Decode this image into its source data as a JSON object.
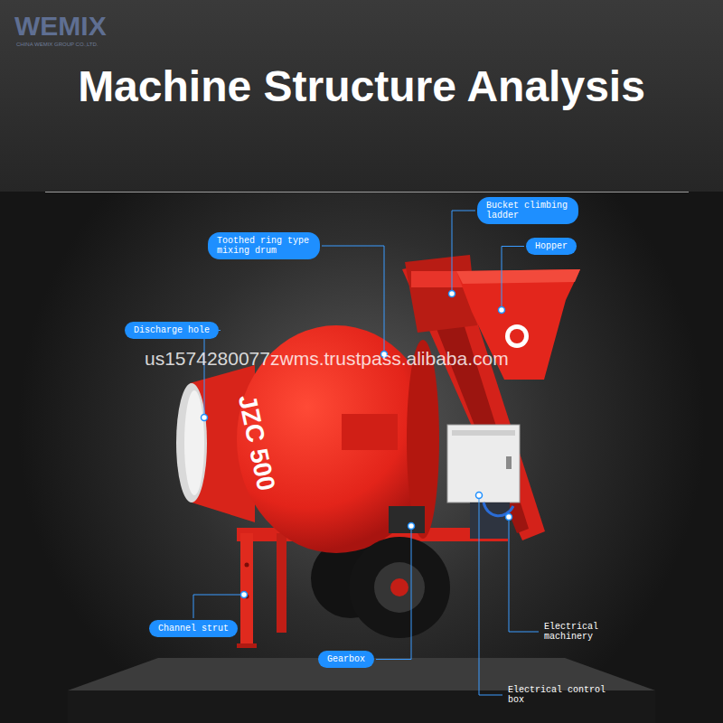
{
  "diagram": {
    "title": "Machine Structure Analysis",
    "nodes": [
      {
        "text": [
          "Bucket climbing ladder"
        ]
      },
      {
        "text": [
          "Toothed ring type mixing drum"
        ]
      },
      {
        "text": [
          "Hopper"
        ]
      },
      {
        "text": [
          "Discharge hole"
        ]
      },
      {
        "text": [
          "Channel strut"
        ]
      },
      {
        "text": [
          "Electrical machinery"
        ]
      },
      {
        "text": [
          "Gearbox"
        ]
      },
      {
        "text": [
          "Electrical control box"
        ]
      }
    ],
    "labels": [
      "WEMIX",
      "CHINA WEMIX GROUP CO.,LTD.",
      "us1574280077zwms.trustpass.alibaba.com",
      "JZC 500"
    ]
  }
}
